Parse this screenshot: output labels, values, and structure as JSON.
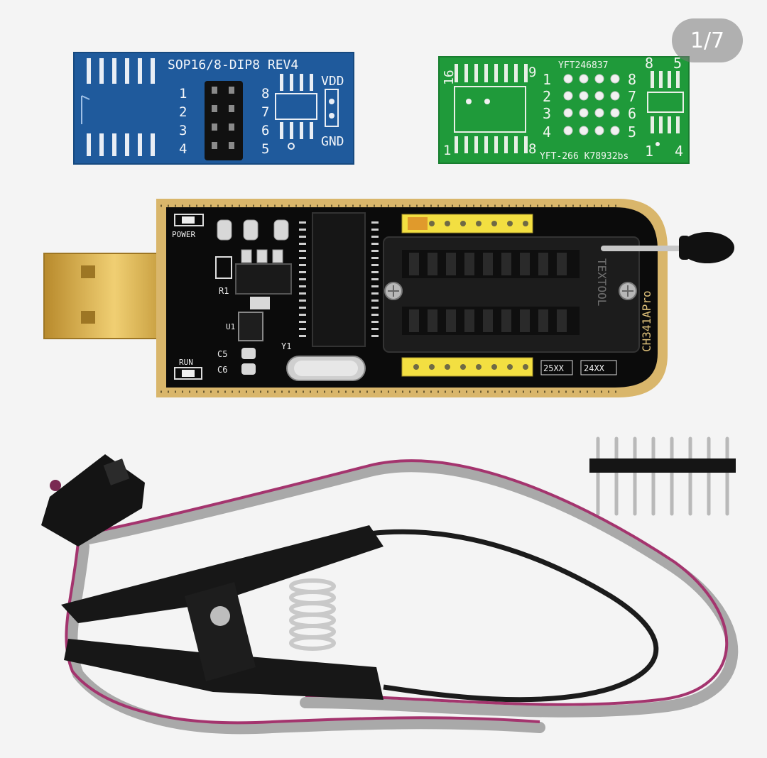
{
  "viewer": {
    "counter": "1/7"
  },
  "blue_adapter": {
    "title": "SOP16/8-DIP8 REV4",
    "vdd_label": "VDD",
    "gnd_label": "GND",
    "pins_left": [
      "1",
      "2",
      "3",
      "4"
    ],
    "pins_right": [
      "8",
      "7",
      "6",
      "5"
    ],
    "color": "#1f5a9c"
  },
  "green_adapter": {
    "top_id": "YFT246837",
    "bottom_id": "YFT-266  K78932bs",
    "label_16": "16",
    "label_9": "9",
    "label_1_left": "1",
    "label_8_bottom": "8",
    "pins_left": [
      "1",
      "2",
      "3",
      "4"
    ],
    "pins_right": [
      "8",
      "7",
      "6",
      "5"
    ],
    "corner_8": "8",
    "corner_5": "5",
    "corner_1": "1",
    "corner_4": "4",
    "color": "#1f9a3a"
  },
  "programmer": {
    "power_label": "POWER",
    "run_label": "RUN",
    "r1_label": "R1",
    "u1_label": "U1",
    "c5_label": "C5",
    "c6_label": "C6",
    "y1_label": "Y1",
    "model_label": "CH341APro",
    "box_25xx": "25XX",
    "box_24xx": "24XX",
    "socket_brand": "TEXTOOL",
    "board_color": "#0b0b0b",
    "accent": "#d8b76a"
  },
  "accessories": {
    "pin_header_count": 8,
    "cable_stripe_color": "#a4346e"
  }
}
